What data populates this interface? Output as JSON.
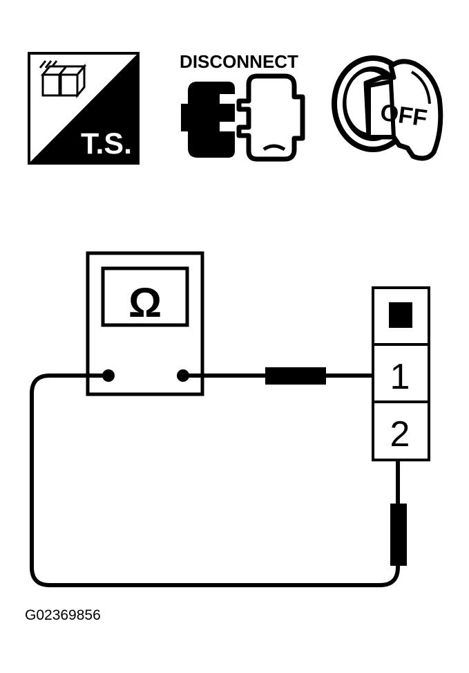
{
  "icons": {
    "ts": {
      "label": "T.S."
    },
    "disconnect": {
      "label": "DISCONNECT"
    },
    "ignition": {
      "label": "OFF"
    }
  },
  "meter": {
    "symbol": "Ω"
  },
  "connector": {
    "pins": [
      "1",
      "2"
    ]
  },
  "figure_code": "G02369856",
  "colors": {
    "ink": "#000000",
    "paper": "#ffffff"
  }
}
